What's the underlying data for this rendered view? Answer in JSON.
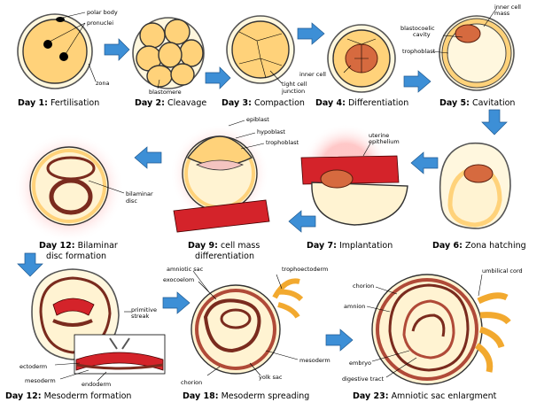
{
  "stages": [
    {
      "day": "Day 1:",
      "name": "Fertilisation"
    },
    {
      "day": "Day 2:",
      "name": "Cleavage"
    },
    {
      "day": "Day 3:",
      "name": "Compaction"
    },
    {
      "day": "Day 4:",
      "name": "Differentiation"
    },
    {
      "day": "Day 5:",
      "name": "Cavitation"
    },
    {
      "day": "Day 6:",
      "name": "Zona hatching"
    },
    {
      "day": "Day 7:",
      "name": "Implantation"
    },
    {
      "day": "Day 9:",
      "name": "cell mass",
      "name2": "differentiation"
    },
    {
      "day": "Day 12:",
      "name": "Bilaminar",
      "name2": "disc formation"
    },
    {
      "day": "Day 12:",
      "name": "Mesoderm formation"
    },
    {
      "day": "Day 18:",
      "name": "Mesoderm spreading"
    },
    {
      "day": "Day 23:",
      "name": "Amniotic sac enlargment"
    }
  ],
  "labels": {
    "polar_body": "polar body",
    "pronuclei": "pronuclei",
    "zona": "zona",
    "blastomere": "blastomere",
    "tight_cell": "tight cell",
    "junction": "junction",
    "inner_cell": "inner cell",
    "inner_cell_mass_1": "inner cell",
    "inner_cell_mass_2": "mass",
    "blastocoelic_1": "blastocoelic",
    "blastocoelic_2": "cavity",
    "trophoblast": "trophoblast",
    "epiblast": "epiblast",
    "hypoblast": "hypoblast",
    "trophoblast2": "trophoblast",
    "uterine_1": "uterine",
    "uterine_2": "epithelium",
    "bilaminar_1": "bilaminar",
    "bilaminar_2": "disc",
    "primitive_1": "primitive",
    "primitive_2": "streak",
    "ectoderm": "ectoderm",
    "mesoderm": "mesoderm",
    "endoderm": "endoderm",
    "amniotic_sac": "amniotic sac",
    "exocoelom": "exocoelom",
    "trophoectoderm": "trophoectoderm",
    "mesoderm2": "mesoderm",
    "yolk_sac": "yolk sac",
    "chorion": "chorion",
    "umbilical_cord": "umbilical cord",
    "chorion2": "chorion",
    "amnion": "amnion",
    "embryo": "embryo",
    "digestive_tract": "digestive tract"
  }
}
